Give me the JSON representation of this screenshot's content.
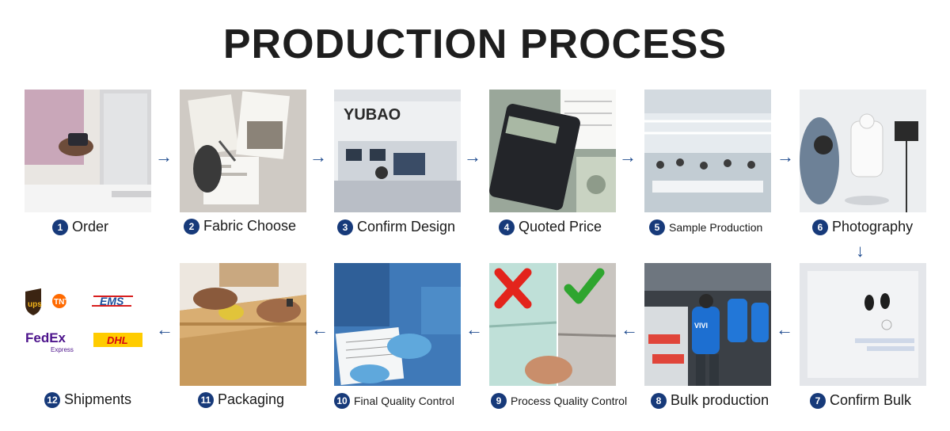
{
  "title": "PRODUCTION PROCESS",
  "steps": [
    {
      "num": "1",
      "label": "Order"
    },
    {
      "num": "2",
      "label": "Fabric Choose"
    },
    {
      "num": "3",
      "label": "Confirm Design"
    },
    {
      "num": "4",
      "label": "Quoted Price"
    },
    {
      "num": "5",
      "label": "Sample Production"
    },
    {
      "num": "6",
      "label": "Photography"
    },
    {
      "num": "7",
      "label": "Confirm Bulk"
    },
    {
      "num": "8",
      "label": "Bulk production"
    },
    {
      "num": "9",
      "label": "Process Quality Control"
    },
    {
      "num": "10",
      "label": "Final Quality Control"
    },
    {
      "num": "11",
      "label": "Packaging"
    },
    {
      "num": "12",
      "label": "Shipments"
    }
  ],
  "photo_text": {
    "office_brand": "YUBAO",
    "shirt_text": "VIVI"
  },
  "carriers": {
    "ups": "ups",
    "tnt": "TNT",
    "ems": "EMS",
    "fedex": "FedEx",
    "fedex_sub": "Express",
    "dhl": "DHL"
  },
  "arrows": {
    "right": "→",
    "left": "←",
    "down": "↓"
  },
  "colors": {
    "accent": "#173a7a",
    "arrow": "#1e4b8f",
    "title": "#1e1e1e"
  }
}
